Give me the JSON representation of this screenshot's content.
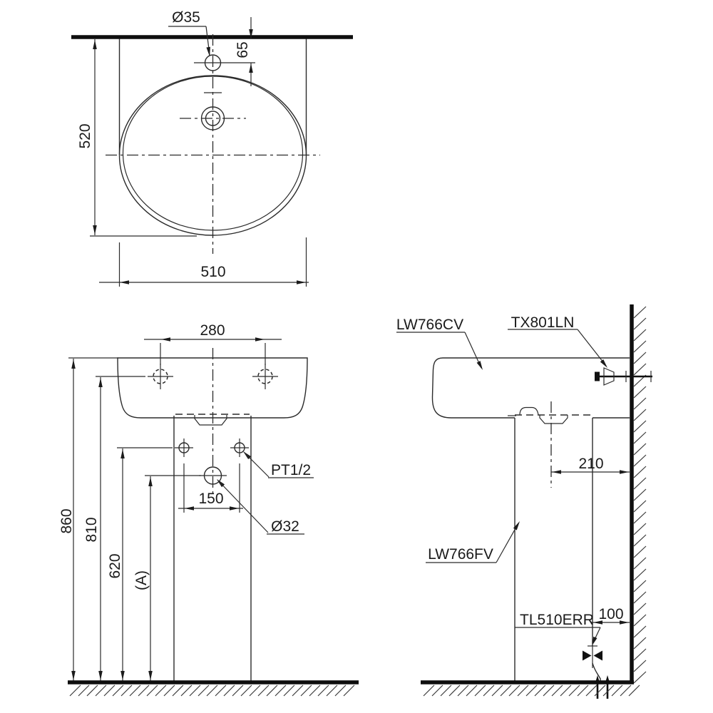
{
  "top_view": {
    "faucet_hole": "Ø35",
    "faucet_offset": "65",
    "depth": "520",
    "width": "510"
  },
  "front_view": {
    "bolt_spacing": "280",
    "overall_height": "860",
    "bolt_height": "810",
    "supply_height": "620",
    "drain_height": "(A)",
    "supply_spacing": "150",
    "supply_thread": "PT1/2",
    "drain_size": "Ø32"
  },
  "side_view": {
    "lavatory_code": "LW766CV",
    "faucet_code": "TX801LN",
    "pedestal_code": "LW766FV",
    "valve_code": "TL510ERR",
    "drain_to_wall": "210",
    "valve_to_wall": "100"
  },
  "colors": {
    "line": "#2b2b2b",
    "heavy": "#0e0e0e",
    "background": "#ffffff"
  }
}
